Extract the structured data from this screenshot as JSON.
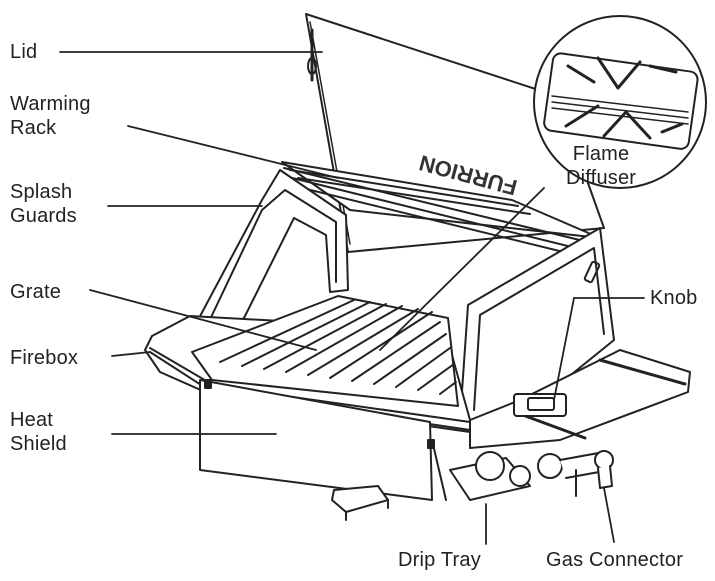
{
  "diagram": {
    "labels": {
      "lid": "Lid",
      "warming_rack": [
        "Warming",
        "Rack"
      ],
      "splash_guards": [
        "Splash",
        "Guards"
      ],
      "grate": "Grate",
      "firebox": "Firebox",
      "heat_shield": [
        "Heat",
        "Shield"
      ],
      "flame_diffuser": [
        "Flame",
        "Diffuser"
      ],
      "knob": "Knob",
      "drip_tray": "Drip Tray",
      "gas_connector": "Gas Connector"
    },
    "brand_mark": "FURRION",
    "colors": {
      "line": "#222222",
      "fill": "#ffffff",
      "shade": "#cfcfcf"
    }
  }
}
